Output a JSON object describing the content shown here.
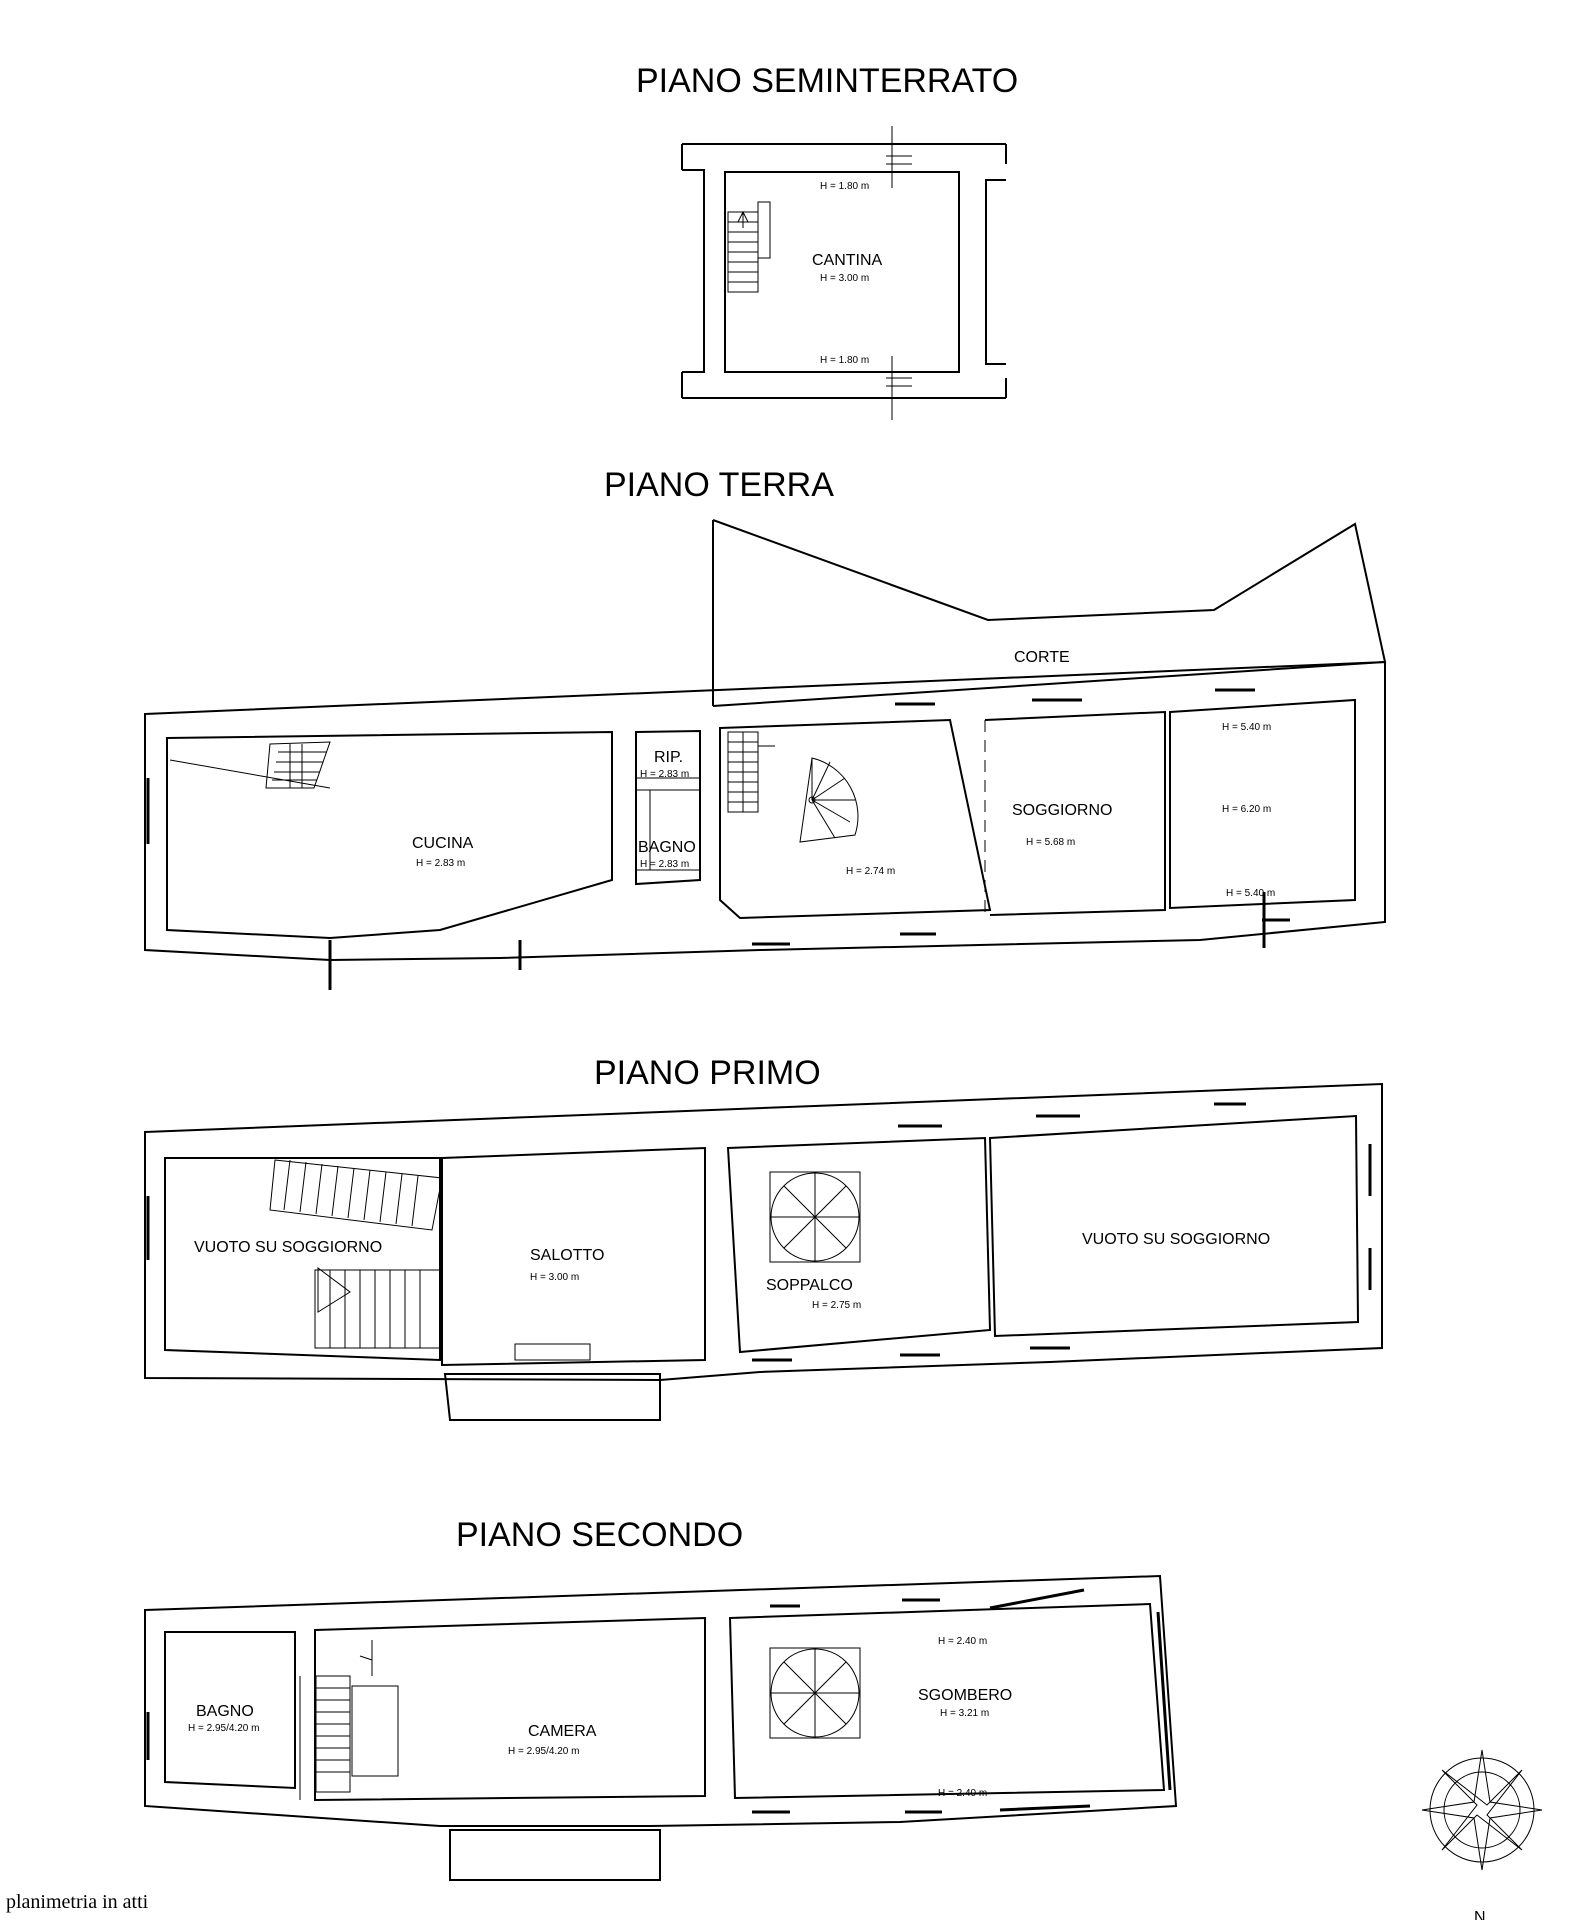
{
  "floors": {
    "seminterrato": {
      "title": "PIANO SEMINTERRATO",
      "rooms": {
        "cantina": "CANTINA"
      },
      "heights": {
        "cantina": "H = 3.00 m",
        "top": "H = 1.80 m",
        "bottom": "H = 1.80 m"
      }
    },
    "terra": {
      "title": "PIANO TERRA",
      "rooms": {
        "corte": "CORTE",
        "cucina": "CUCINA",
        "rip": "RIP.",
        "bagno": "BAGNO",
        "soggiorno": "SOGGIORNO"
      },
      "heights": {
        "cucina": "H = 2.83 m",
        "rip": "H = 2.83 m",
        "bagno": "H = 2.83 m",
        "scala": "H = 2.74 m",
        "soggiorno": "H = 5.68 m",
        "east_top": "H = 5.40 m",
        "east_mid": "H = 6.20 m",
        "east_bottom": "H = 5.40 m"
      }
    },
    "primo": {
      "title": "PIANO PRIMO",
      "rooms": {
        "vuoto_w": "VUOTO SU SOGGIORNO",
        "salotto": "SALOTTO",
        "soppalco": "SOPPALCO",
        "vuoto_e": "VUOTO SU SOGGIORNO"
      },
      "heights": {
        "salotto": "H = 3.00 m",
        "soppalco": "H = 2.75 m"
      }
    },
    "secondo": {
      "title": "PIANO SECONDO",
      "rooms": {
        "bagno": "BAGNO",
        "camera": "CAMERA",
        "sgombero": "SGOMBERO"
      },
      "heights": {
        "bagno": "H = 2.95/4.20 m",
        "camera": "H = 2.95/4.20 m",
        "sgombero": "H = 3.21 m",
        "sgombero_top": "H = 2.40 m",
        "sgombero_bottom": "H = 2.40 m"
      }
    }
  },
  "compass": {
    "label": "N"
  },
  "caption": "planimetria in atti"
}
